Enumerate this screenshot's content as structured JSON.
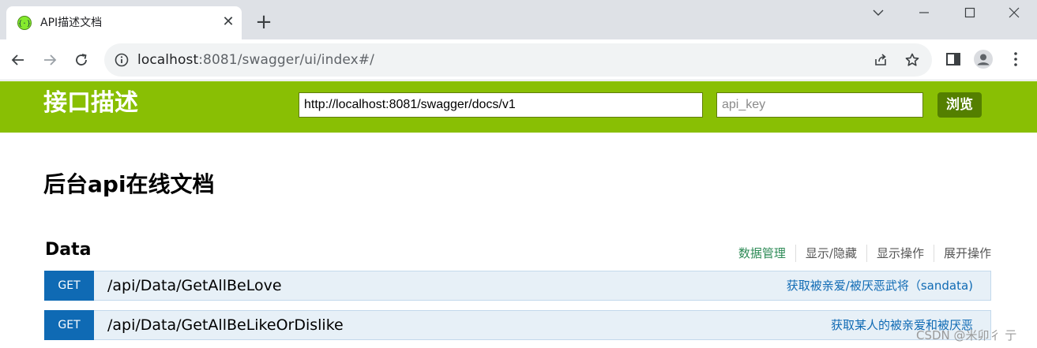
{
  "browser": {
    "tab_title": "API描述文档",
    "tab_close": "✕",
    "new_tab": "+",
    "url_host": "localhost",
    "url_rest": ":8081/swagger/ui/index#/"
  },
  "swagger_header": {
    "logo": "接口描述",
    "base_url_value": "http://localhost:8081/swagger/docs/v1",
    "api_key_placeholder": "api_key",
    "explore_label": "浏览"
  },
  "main": {
    "title": "后台api在线文档",
    "resources": [
      {
        "name": "Data",
        "actions": [
          "数据管理",
          "显示/隐藏",
          "显示操作",
          "展开操作"
        ],
        "operations": [
          {
            "method": "GET",
            "path": "/api/Data/GetAllBeLove",
            "summary": "获取被亲爱/被厌恶武将（sandata)"
          },
          {
            "method": "GET",
            "path": "/api/Data/GetAllBeLikeOrDislike",
            "summary": "获取某人的被亲爱和被厌恶"
          }
        ]
      }
    ]
  },
  "watermark": "CSDN @米卯彳 亍",
  "colors": {
    "swagger_green": "#89bf04",
    "get_blue": "#0f6ab4",
    "op_bg": "#e7f0f7"
  },
  "icons": [
    "swagger-favicon-icon",
    "close-icon",
    "plus-icon",
    "chevron-down-icon",
    "minimize-icon",
    "maximize-icon",
    "window-close-icon",
    "back-arrow-icon",
    "forward-arrow-icon",
    "reload-icon",
    "info-icon",
    "share-icon",
    "star-icon",
    "side-panel-icon",
    "profile-icon",
    "kebab-menu-icon"
  ]
}
